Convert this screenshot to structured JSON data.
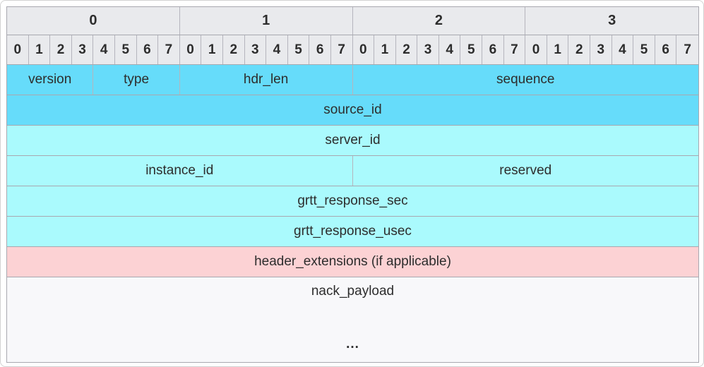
{
  "diagram_title": "packet-header-layout",
  "palette": {
    "header_bg": "#e9eaed",
    "field_dark_cyan": "#66dcfa",
    "field_light_cyan": "#aafafd",
    "field_pink": "#fcd2d4",
    "payload_bg": "#f8f8fa",
    "grid_line": "#a8a8b0",
    "text": "#2d2d2d",
    "outer_border": "#d2d2d2"
  },
  "byte_headers": [
    "0",
    "1",
    "2",
    "3"
  ],
  "bit_numbers": [
    "0",
    "1",
    "2",
    "3",
    "4",
    "5",
    "6",
    "7"
  ],
  "fields": {
    "version": "version",
    "type": "type",
    "hdr_len": "hdr_len",
    "sequence": "sequence",
    "source_id": "source_id",
    "server_id": "server_id",
    "instance_id": "instance_id",
    "reserved": "reserved",
    "grtt_response_sec": "grtt_response_sec",
    "grtt_response_usec": "grtt_response_usec",
    "header_extensions": "header_extensions (if applicable)",
    "nack_payload": "nack_payload",
    "ellipsis": "..."
  }
}
